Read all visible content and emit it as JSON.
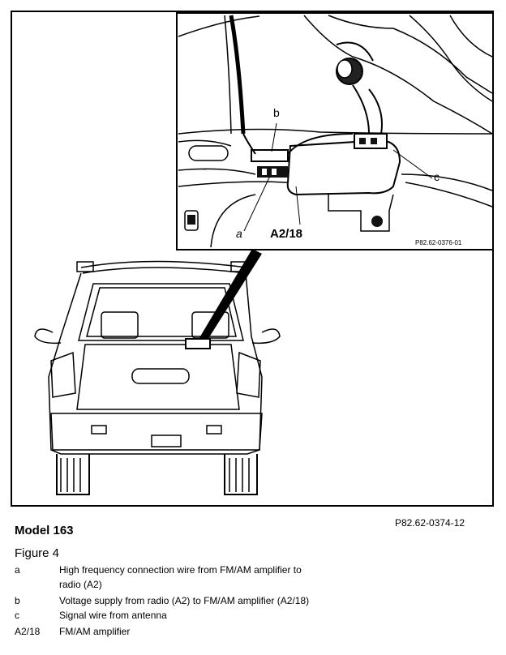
{
  "inset": {
    "callouts": {
      "a": "a",
      "b": "b",
      "c": "c",
      "component": "A2/18"
    },
    "drawing_code": "P82.62-0376-01"
  },
  "caption": {
    "model": "Model 163",
    "figure_code": "P82.62-0374-12",
    "figure_label": "Figure 4"
  },
  "legend": [
    {
      "key": "a",
      "lines": [
        "High frequency connection wire from FM/AM amplifier to",
        "radio (A2)"
      ]
    },
    {
      "key": "b",
      "lines": [
        "Voltage supply from radio (A2) to FM/AM amplifier (A2/18)"
      ]
    },
    {
      "key": "c",
      "lines": [
        "Signal wire from antenna"
      ]
    },
    {
      "key": "A2/18",
      "lines": [
        "FM/AM amplifier"
      ]
    }
  ]
}
